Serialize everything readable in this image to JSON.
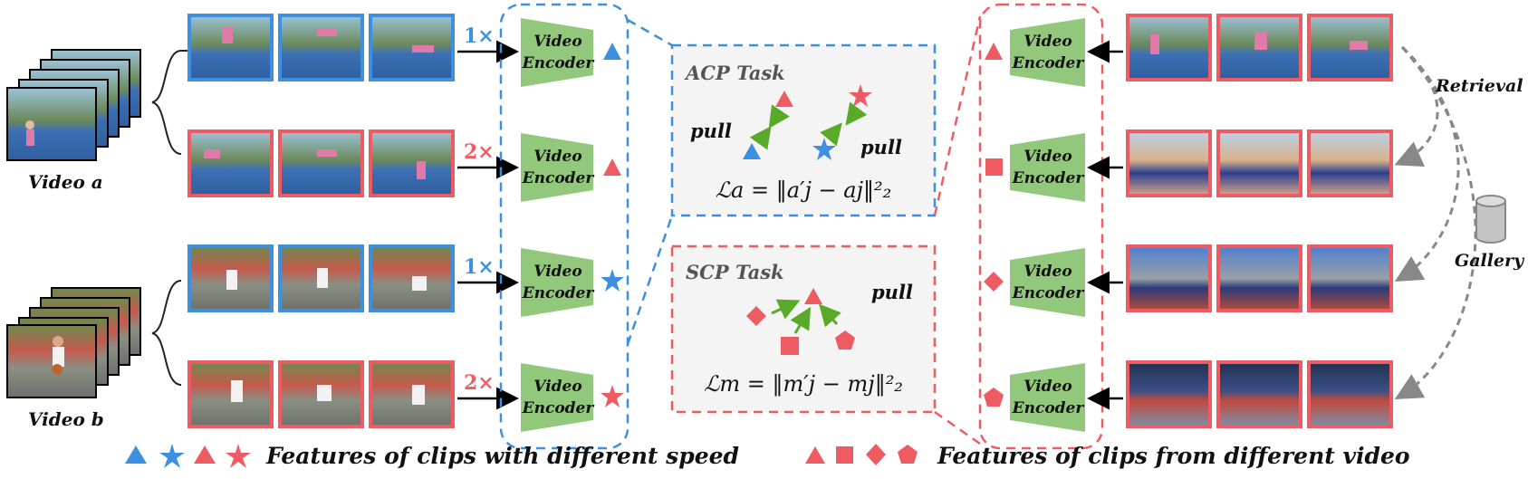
{
  "colors": {
    "blue": "#3d8fe0",
    "red": "#ef5b63",
    "green_encoder": "#92c87b",
    "arrow_green": "#5aaa2a",
    "task_bg": "#f4f4f4",
    "gallery_gray": "#b8b8b8"
  },
  "videos": {
    "a_label": "Video a",
    "b_label": "Video b"
  },
  "speeds": {
    "one": "1×",
    "two": "2×"
  },
  "encoder": {
    "line1": "Video",
    "line2": "Encoder"
  },
  "acp": {
    "title": "ACP Task",
    "pull_left": "pull",
    "pull_right": "pull",
    "formula": "ℒa = ‖a′j − aj‖²₂"
  },
  "scp": {
    "title": "SCP Task",
    "pull": "pull",
    "formula": "ℒm = ‖m′j − mj‖²₂"
  },
  "retrieval": {
    "label": "Retrieval"
  },
  "gallery": {
    "label": "Gallery",
    "icon": "database-icon"
  },
  "legend": {
    "left_text": "Features of clips with different speed",
    "right_text": "Features of clips from different video",
    "left_symbols": [
      "blue-triangle",
      "blue-star",
      "red-triangle",
      "red-star"
    ],
    "right_symbols": [
      "red-triangle",
      "red-square",
      "red-diamond",
      "red-pentagon"
    ]
  }
}
